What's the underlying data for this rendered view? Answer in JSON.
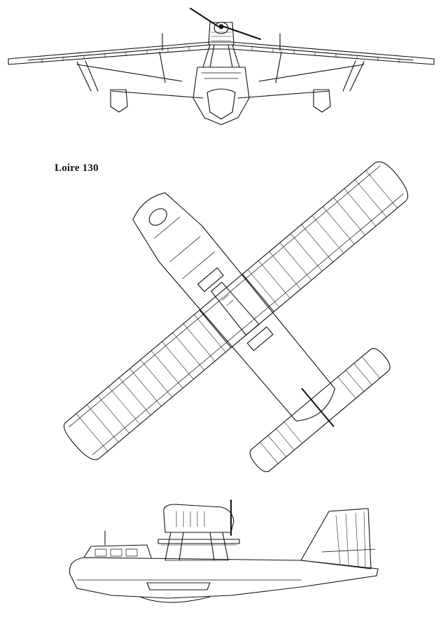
{
  "title": "Loire 130",
  "colors": {
    "ink": "#111111",
    "paper": "#ffffff"
  },
  "views": [
    {
      "name": "front-view"
    },
    {
      "name": "top-view"
    },
    {
      "name": "side-view"
    }
  ]
}
